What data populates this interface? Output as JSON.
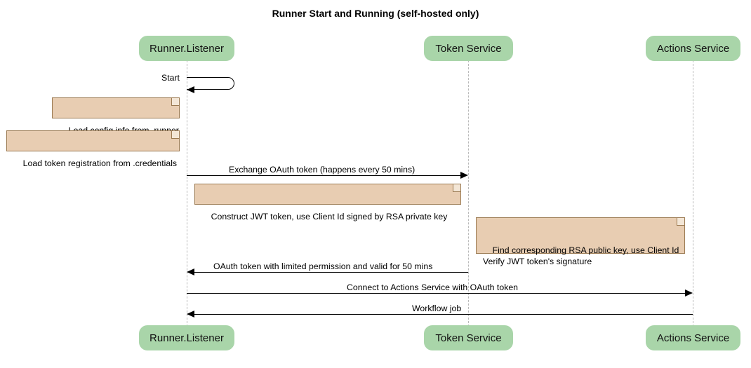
{
  "diagram": {
    "title": "Runner Start and Running (self-hosted only)",
    "type": "sequence-diagram",
    "colors": {
      "participant_fill": "#a9d5a9",
      "note_fill": "#e8cdb2",
      "note_border": "#9b7a52",
      "lifeline": "#b9b9b9",
      "arrow": "#000000",
      "background": "#ffffff"
    }
  },
  "participants": [
    {
      "id": "runner",
      "label": "Runner.Listener"
    },
    {
      "id": "token",
      "label": "Token Service"
    },
    {
      "id": "actions",
      "label": "Actions Service"
    }
  ],
  "messages": [
    {
      "id": "m1",
      "label": "Start",
      "from": "runner",
      "to": "runner",
      "kind": "self"
    },
    {
      "id": "m2",
      "label": "Exchange OAuth token (happens every 50 mins)",
      "from": "runner",
      "to": "token",
      "direction": "right"
    },
    {
      "id": "m3",
      "label": "OAuth token with limited permission and valid for 50 mins",
      "from": "token",
      "to": "runner",
      "direction": "left"
    },
    {
      "id": "m4",
      "label": "Connect to Actions Service with OAuth token",
      "from": "runner",
      "to": "actions",
      "direction": "right"
    },
    {
      "id": "m5",
      "label": "Workflow job",
      "from": "actions",
      "to": "runner",
      "direction": "left"
    }
  ],
  "notes": [
    {
      "id": "n1",
      "lines": "Load config info from .runner",
      "attached_to": "runner"
    },
    {
      "id": "n2",
      "lines": "Load token registration from .credentials",
      "attached_to": "runner"
    },
    {
      "id": "n3",
      "lines": "Construct JWT token, use Client Id signed by RSA private key",
      "attached_to": "runner"
    },
    {
      "id": "n4",
      "lines": "Find corresponding RSA public key, use Client Id\nVerify JWT token's signature",
      "attached_to": "token"
    }
  ]
}
